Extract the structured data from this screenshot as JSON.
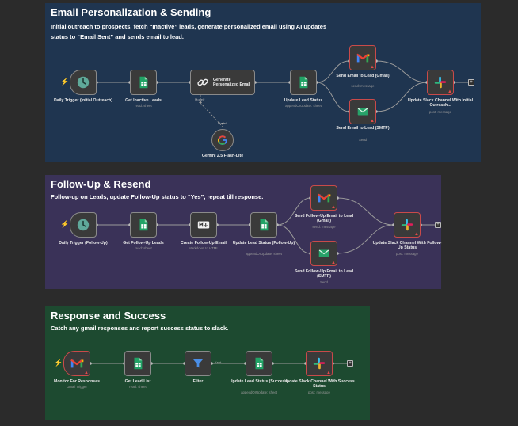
{
  "sections": [
    {
      "title": "Email Personalization & Sending",
      "description": "Initial outreach to prospects, fetch “Inactive” leads, generate personalized email using AI updates status to “Email Sent” and sends email to lead.",
      "color": "#1f3550",
      "nodes": [
        {
          "label": "Daily Trigger (Initial Outreach)",
          "sub": "",
          "icon": "clock-icon"
        },
        {
          "label": "Get Inactive Leads",
          "sub": "read: sheet",
          "icon": "google-sheets-icon"
        },
        {
          "label": "Generate Personalized Email",
          "sub": "",
          "icon": "link-chain-icon"
        },
        {
          "label": "Update Lead Status",
          "sub": "appendOrUpdate: sheet",
          "icon": "google-sheets-icon"
        },
        {
          "label": "Send Email to Lead (Gmail)",
          "sub": "send: message",
          "icon": "gmail-icon"
        },
        {
          "label": "Send Email to Lead (SMTP)",
          "sub": "Send",
          "icon": "email-envelope-icon"
        },
        {
          "label": "Update Slack Channel With Initial Outreach...",
          "sub": "post: message",
          "icon": "slack-icon"
        },
        {
          "label": "Gemini 2.5 Flash-Lite",
          "sub": "",
          "icon": "google-gemini-icon"
        }
      ],
      "connector_labels": {
        "model": "Model*",
        "model_small": "Model"
      }
    },
    {
      "title": "Follow-Up & Resend",
      "description": "Follow-up on Leads, update Follow-Up status to “Yes”, repeat till response.",
      "color": "#3a3258",
      "nodes": [
        {
          "label": "Daily Trigger (Follow-Up)",
          "sub": "",
          "icon": "clock-icon"
        },
        {
          "label": "Get Follow-Up Leads",
          "sub": "read: sheet",
          "icon": "google-sheets-icon"
        },
        {
          "label": "Create Follow-Up Email",
          "sub": "Markdown to HTML",
          "icon": "markdown-icon"
        },
        {
          "label": "Update Lead Status (Follow-Up)",
          "sub": "appendOrUpdate: sheet",
          "icon": "google-sheets-icon"
        },
        {
          "label": "Send Follow-Up Email to Lead (Gmail)",
          "sub": "send: message",
          "icon": "gmail-icon"
        },
        {
          "label": "Send Follow-Up Email to Lead (SMTP)",
          "sub": "Send",
          "icon": "email-envelope-icon"
        },
        {
          "label": "Update Slack Channel With Follow-Up Status",
          "sub": "post: message",
          "icon": "slack-icon"
        }
      ]
    },
    {
      "title": "Response and Success",
      "description": "Catch any gmail responses and report success status to slack.",
      "color": "#1d4a30",
      "nodes": [
        {
          "label": "Monitor For Responses",
          "sub": "Gmail Trigger",
          "icon": "gmail-icon"
        },
        {
          "label": "Get Lead List",
          "sub": "read: sheet",
          "icon": "google-sheets-icon"
        },
        {
          "label": "Filter",
          "sub": "",
          "icon": "filter-funnel-icon"
        },
        {
          "label": "Update Lead Status (Success)",
          "sub": "appendOrUpdate: sheet",
          "icon": "google-sheets-icon"
        },
        {
          "label": "Update Slack Channel With Success Status",
          "sub": "post: message",
          "icon": "slack-icon"
        }
      ],
      "connector_labels": {
        "kept": "Kept"
      }
    }
  ],
  "add_button_symbol": "+",
  "warning_symbol": "▲",
  "trigger_symbol": "⚡"
}
